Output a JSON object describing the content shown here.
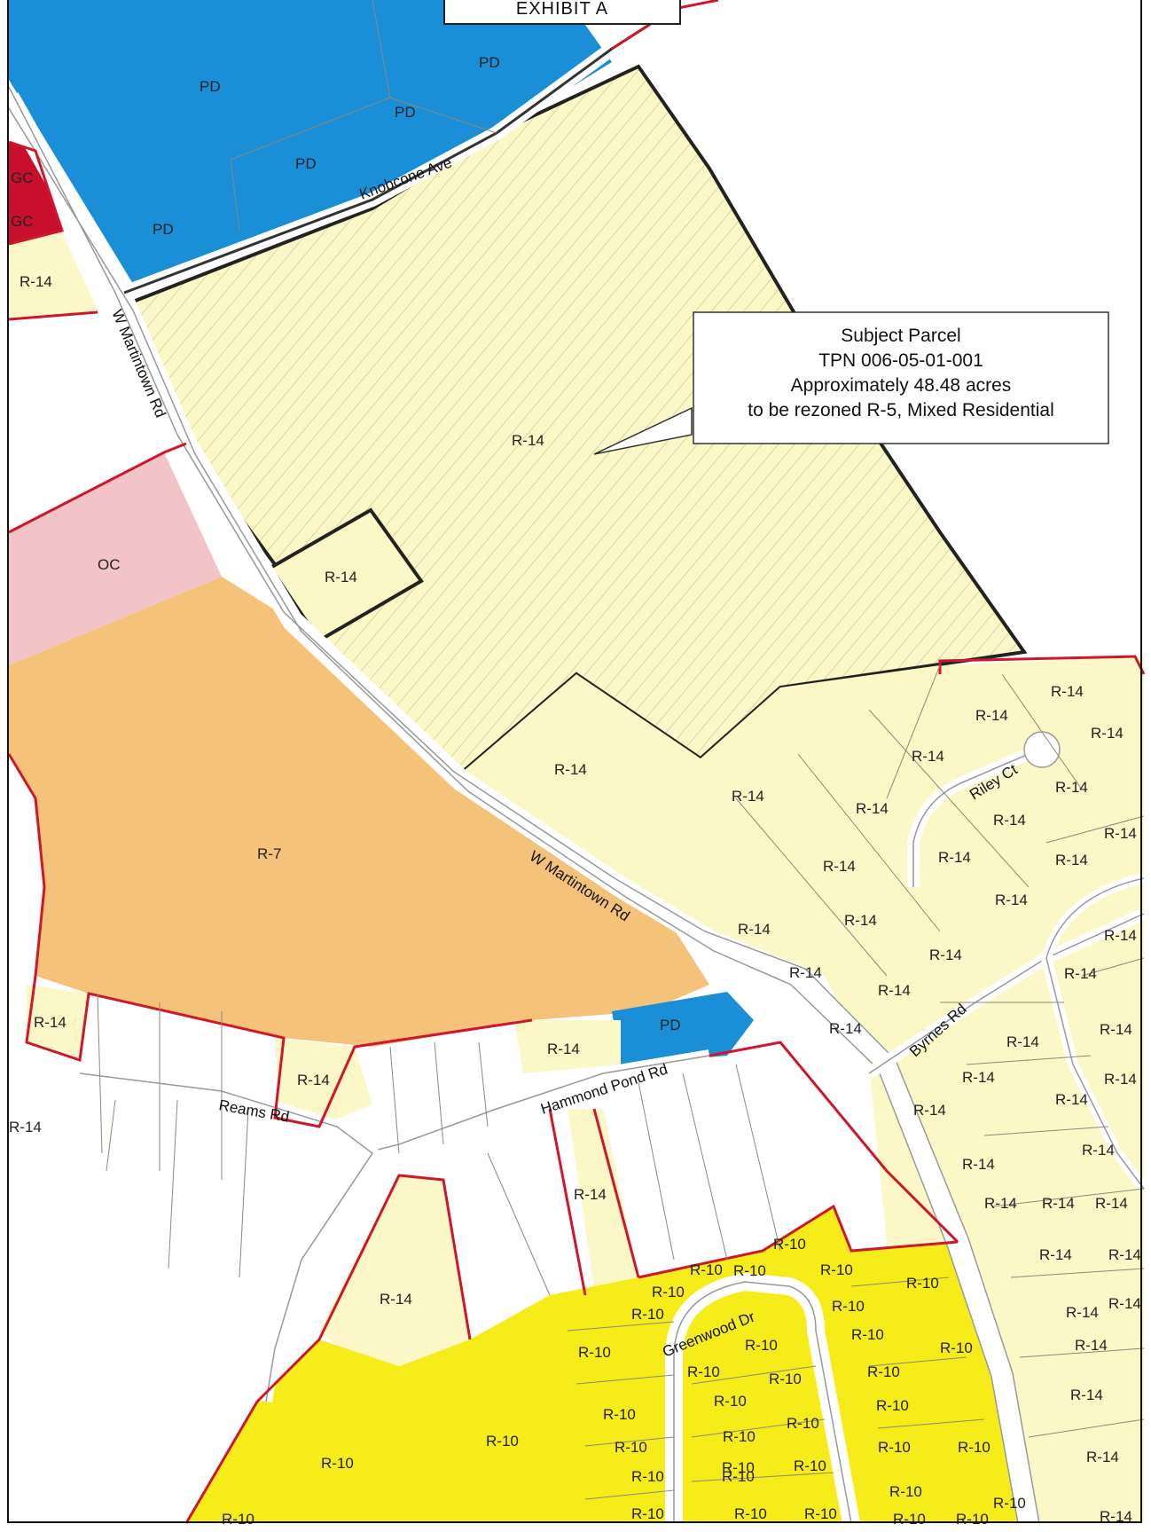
{
  "title": "EXHIBIT A",
  "callout": {
    "line1": "Subject Parcel",
    "line2": "TPN 006-05-01-001",
    "line3": "Approximately 48.48 acres",
    "line4": "to be rezoned R-5, Mixed Residential"
  },
  "roads": {
    "knobcone": "Knobcone Ave",
    "martintown_upper": "W Martintown Rd",
    "martintown_lower": "W Martintown Rd",
    "riley": "Riley Ct",
    "byrnes": "Byrnes Rd",
    "hammond": "Hammond Pond Rd",
    "reams": "Reams Rd",
    "greenwood": "Greenwood Dr"
  },
  "zones": {
    "pd": "PD",
    "gc": "GC",
    "oc": "OC",
    "r14": "R-14",
    "r7": "R-7",
    "r10": "R-10"
  },
  "colors": {
    "pd": "#1a8fd8",
    "gc": "#c8102e",
    "oc": "#f2c4c8",
    "r14": "#fbf7c6",
    "r7": "#f5c27a",
    "r10": "#f5ec1a",
    "boundary": "#d0162a",
    "subject_outline": "#222222"
  }
}
